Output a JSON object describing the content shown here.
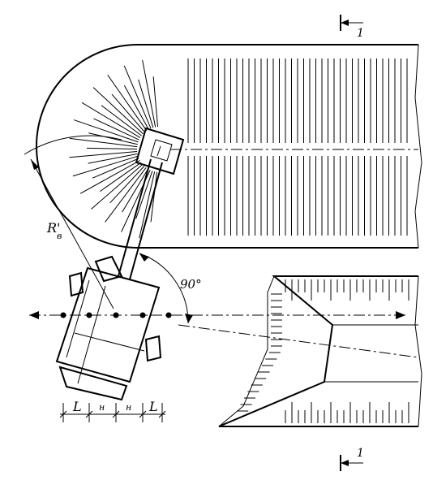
{
  "labels": {
    "section_top": "1",
    "section_bottom": "1",
    "radius": "R'",
    "radius_sub": "в",
    "angle": "90°",
    "dim_L_left": "L",
    "dim_n_1": "н",
    "dim_n_2": "н",
    "dim_L_right": "L"
  },
  "colors": {
    "ink": "#000000",
    "paper": "#ffffff"
  }
}
